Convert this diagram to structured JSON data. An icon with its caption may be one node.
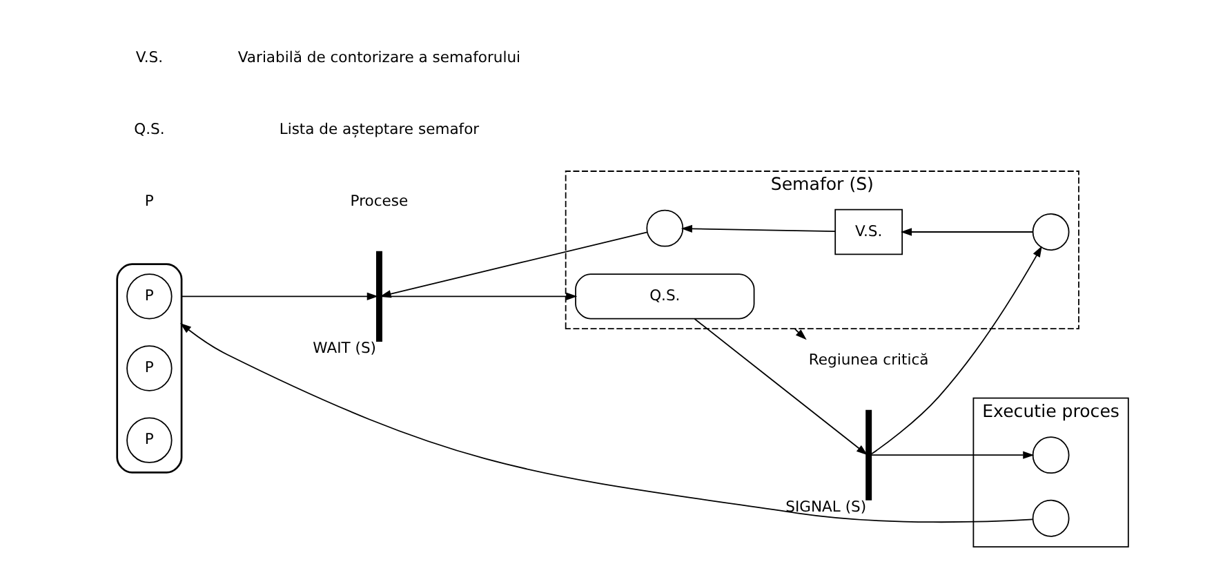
{
  "diagram": {
    "nodes": [
      {
        "text": [
          "Semafor (S)"
        ]
      },
      {
        "text": [],
        "shape": "circle",
        "in": 0
      },
      {
        "text": [
          "V.S."
        ],
        "in": 0
      },
      {
        "text": [],
        "shape": "circle",
        "in": 0
      },
      {
        "text": [
          "Q.S."
        ],
        "in": 0
      },
      {
        "text": [],
        "shape": "cloud"
      },
      {
        "text": [
          "P"
        ],
        "in": 5
      },
      {
        "text": [
          "P"
        ],
        "in": 5
      },
      {
        "text": [
          "P"
        ],
        "in": 5
      },
      {
        "text": [],
        "shape": "bar",
        "beside": [
          "WAIT (S)"
        ]
      },
      {
        "text": [],
        "shape": "bar",
        "beside": [
          "SIGNAL (S)"
        ]
      },
      {
        "text": [
          "Executie proces"
        ]
      },
      {
        "text": [],
        "shape": "circle",
        "in": 11
      },
      {
        "text": [],
        "shape": "circle",
        "in": 11
      },
      {
        "text": [
          "Regiunea critică"
        ]
      }
    ],
    "edges": [
      {
        "from": 2,
        "to": 1,
        "arrow": "to"
      },
      {
        "from": 3,
        "to": 2,
        "arrow": "to"
      },
      {
        "from": 1,
        "to": 9,
        "arrow": "to"
      },
      {
        "from": 10,
        "to": 3,
        "arrow": "to"
      },
      {
        "from": 5,
        "to": 9,
        "arrow": "to"
      },
      {
        "from": 9,
        "to": 4,
        "arrow": "to"
      },
      {
        "from": 4,
        "to": 10,
        "arrow": "to"
      },
      {
        "from": 10,
        "to": 12,
        "arrow": "to"
      },
      {
        "from": 13,
        "to": 5,
        "arrow": "to"
      },
      {
        "from": 0,
        "to": 14,
        "arrow": "to"
      }
    ],
    "labels": [
      "V.S.",
      "Variabilă de contorizare a semaforului",
      "Q.S.",
      "Lista de așteptare semafor",
      "P",
      "Procese"
    ]
  }
}
